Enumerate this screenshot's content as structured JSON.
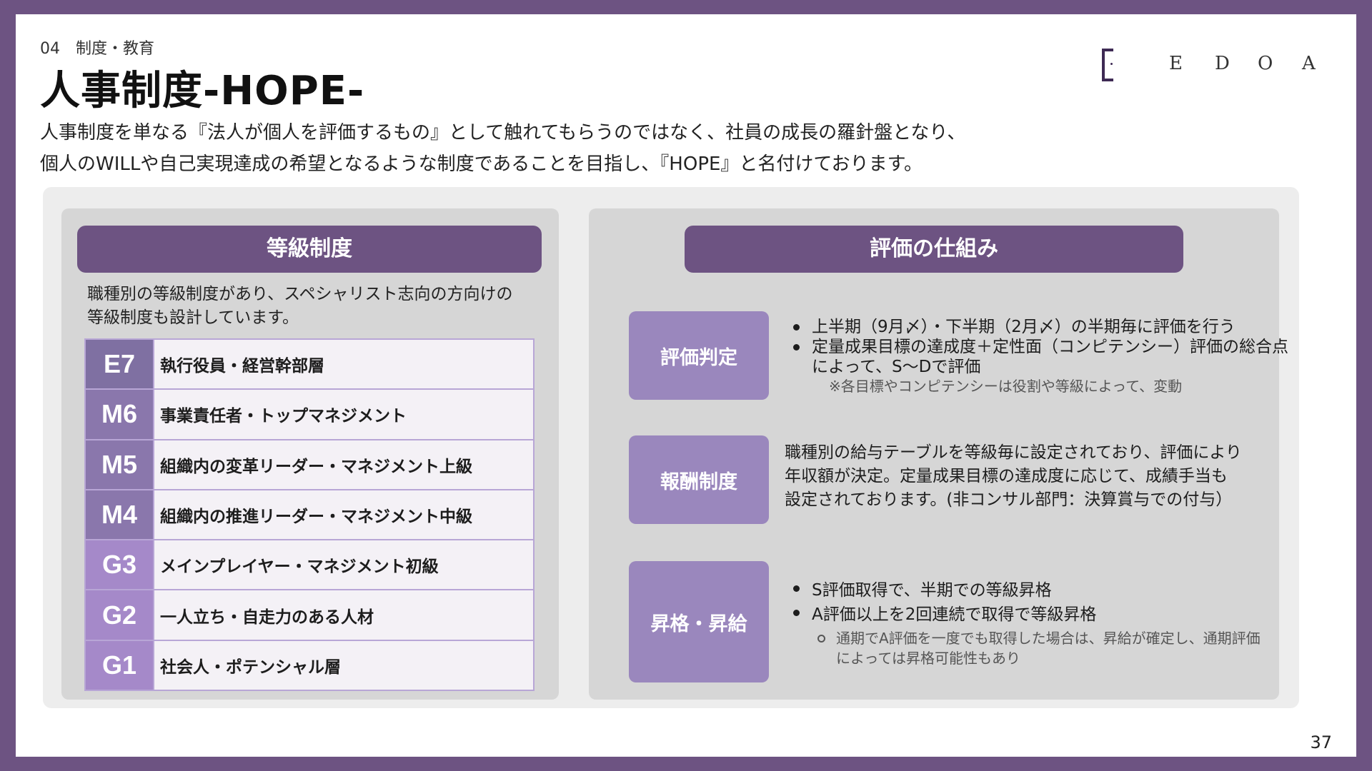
{
  "section": "04　制度・教育",
  "title": "人事制度-HOPE-",
  "intro": [
    "人事制度を単なる『法人が個人を評価するもの』として触れてもらうのではなく、社員の成長の羅針盤となり、",
    "個人のWILLや自己実現達成の希望となるような制度であることを目指し、『HOPE』と名付けております。"
  ],
  "logo": {
    "letters": [
      "E",
      "D",
      "O",
      "A"
    ],
    "color": "#3e2a54"
  },
  "page_number": "37",
  "colors": {
    "frame": "#6d5382",
    "header": "#6d5382",
    "label_box": "#9a87bd",
    "panel": "#d6d6d6"
  },
  "left": {
    "header": "等級制度",
    "description": [
      "職種別の等級制度があり、スペシャリスト志向の方向けの",
      "等級制度も設計しています。"
    ],
    "grades": [
      {
        "code": "E7",
        "label": "執行役員・経営幹部層",
        "color": "#7f70a2"
      },
      {
        "code": "M6",
        "label": "事業責任者・トップマネジメント",
        "color": "#8a77ac"
      },
      {
        "code": "M5",
        "label": "組織内の変革リーダー・マネジメント上級",
        "color": "#8a77ac"
      },
      {
        "code": "M4",
        "label": "組織内の推進リーダー・マネジメント中級",
        "color": "#8a77ac"
      },
      {
        "code": "G3",
        "label": "メインプレイヤー・マネジメント初級",
        "color": "#a589c9"
      },
      {
        "code": "G2",
        "label": "一人立ち・自走力のある人材",
        "color": "#a589c9"
      },
      {
        "code": "G1",
        "label": "社会人・ポテンシャル層",
        "color": "#a589c9"
      }
    ]
  },
  "right": {
    "header": "評価の仕組み",
    "evaluation": {
      "label": "評価判定",
      "bullets": [
        "上半期（9月〆）・下半期（2月〆）の半期毎に評価を行う",
        "定量成果目標の達成度＋定性面（コンピテンシー）評価の総合点によって、S〜Dで評価"
      ],
      "note": "※各目標やコンピテンシーは役割や等級によって、変動"
    },
    "compensation": {
      "label": "報酬制度",
      "lines": [
        "職種別の給与テーブルを等級毎に設定されており、評価により",
        "年収額が決定。定量成果目標の達成度に応じて、成績手当も",
        "設定されております。(非コンサル部門：決算賞与での付与）"
      ]
    },
    "promotion": {
      "label": "昇格・昇給",
      "bullets": [
        "S評価取得で、半期での等級昇格",
        "A評価以上を2回連続で取得で等級昇格"
      ],
      "sub_bullets": [
        "通期でA評価を一度でも取得した場合は、昇給が確定し、通期評価によっては昇格可能性もあり"
      ]
    }
  }
}
